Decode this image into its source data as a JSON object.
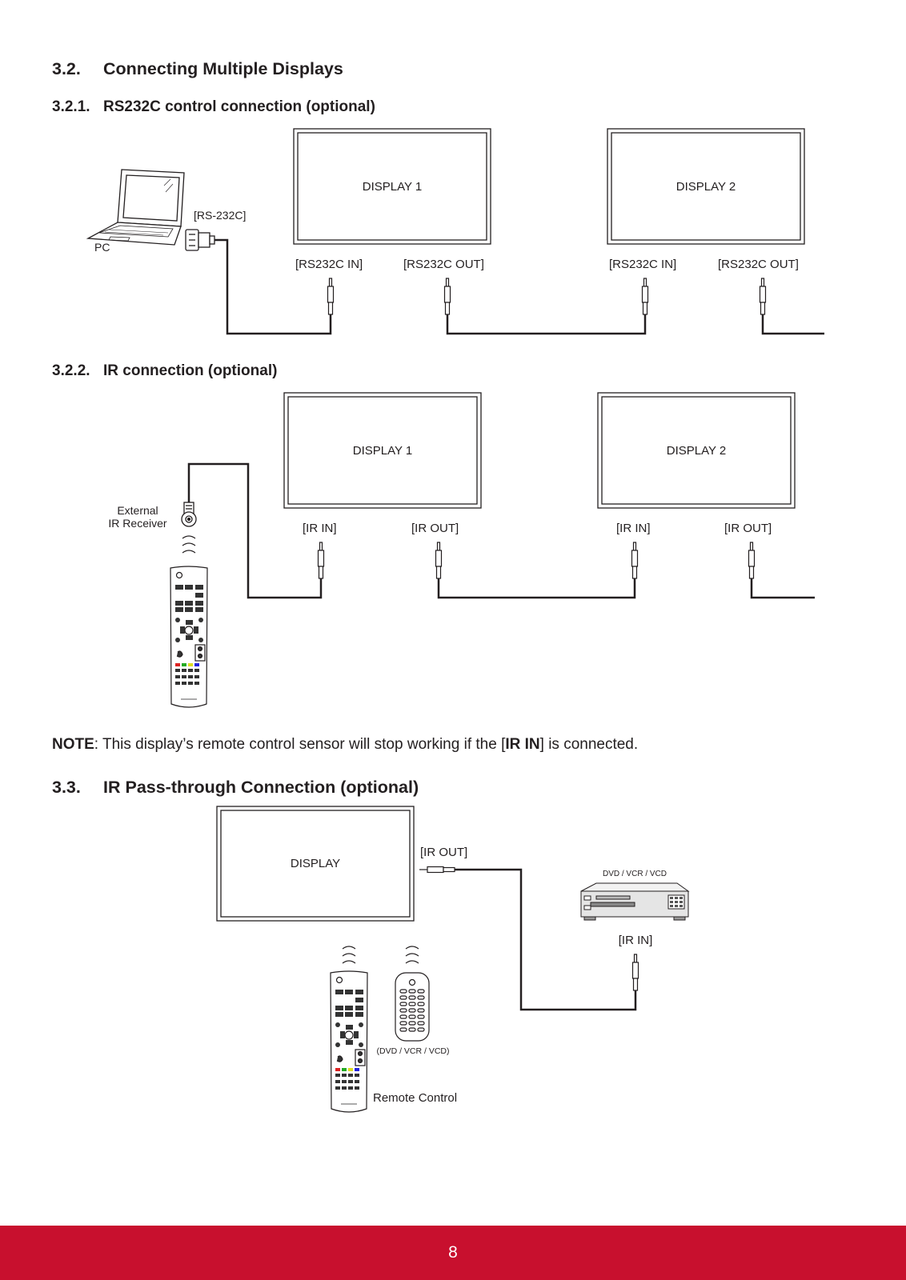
{
  "section_32": {
    "num": "3.2.",
    "title": "Connecting Multiple Displays"
  },
  "section_321": {
    "num": "3.2.1.",
    "title": "RS232C control connection (optional)",
    "pc_label": "PC",
    "pc_port": "[RS-232C]",
    "display1": "DISPLAY 1",
    "display2": "DISPLAY 2",
    "port_in": "[RS232C IN]",
    "port_out": "[RS232C OUT]"
  },
  "section_322": {
    "num": "3.2.2.",
    "title": "IR connection (optional)",
    "receiver_line1": "External",
    "receiver_line2": "IR Receiver",
    "display1": "DISPLAY 1",
    "display2": "DISPLAY 2",
    "port_in": "[IR IN]",
    "port_out": "[IR OUT]"
  },
  "note": {
    "bold": "NOTE",
    "text1": ": This display’s remote control sensor will stop working if the [",
    "bold2": "IR IN",
    "text2": "] is connected."
  },
  "section_33": {
    "num": "3.3.",
    "title": "IR Pass-through Connection (optional)",
    "display": "DISPLAY",
    "port_out": "[IR OUT]",
    "device_label": "DVD / VCR / VCD",
    "port_in": "[IR IN]",
    "small_remote_label": "(DVD / VCR / VCD)",
    "remote_label": "Remote Control"
  },
  "footer": {
    "page_number": "8"
  }
}
